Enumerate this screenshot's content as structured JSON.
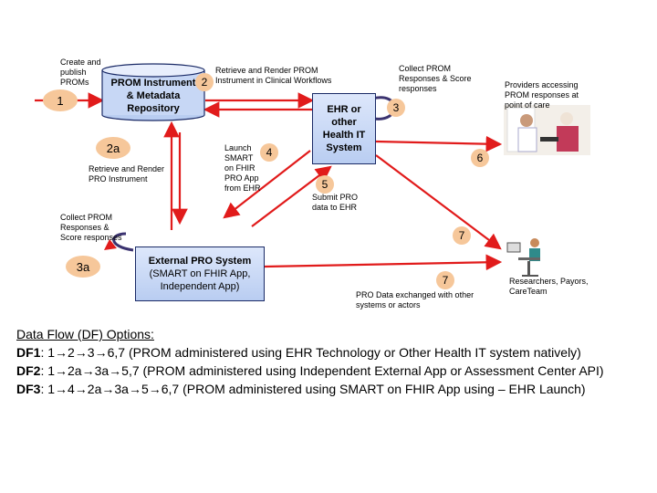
{
  "labels": {
    "create_publish": "Create and publish PROMs",
    "repository": [
      "PROM Instrument",
      "& Metadata",
      "Repository"
    ],
    "retrieve_render_clinical": "Retrieve and Render PROM Instrument in Clinical Workflows",
    "ehr_box": [
      "EHR or",
      "other",
      "Health IT",
      "System"
    ],
    "collect_prom_ehr": "Collect PROM Responses & Score responses",
    "providers": "Providers accessing PROM responses at point of care",
    "retrieve_render_pro": "Retrieve and Render PRO Instrument",
    "launch_smart": "Launch SMART on FHIR PRO App from EHR",
    "submit_pro": "Submit PRO data to EHR",
    "collect_prom_ext": "Collect PROM Responses & Score responses",
    "external_title": "External PRO System",
    "external_sub": "(SMART on FHIR App, Independent App)",
    "researchers": "Researchers, Payors, CareTeam",
    "pro_exchanged": "PRO Data exchanged with other systems or actors"
  },
  "badges": {
    "b1": "1",
    "b2": "2",
    "b3": "3",
    "b4": "4",
    "b5": "5",
    "b6": "6",
    "b7a": "7",
    "b7b": "7",
    "b2a": "2a",
    "b3a": "3a"
  },
  "legend": {
    "title": "Data Flow (DF) Options:",
    "rows": [
      {
        "key": "DF1",
        "text": ": 1→2→3→6,7 (PROM administered using EHR Technology or Other Health IT system natively)"
      },
      {
        "key": "DF2",
        "text": ": 1→2a→3a→5,7 (PROM administered using Independent External App or Assessment Center API)"
      },
      {
        "key": "DF3",
        "text": ": 1→4→2a→3a→5→6,7 (PROM administered using SMART on FHIR App using – EHR Launch)"
      }
    ]
  },
  "colors": {
    "arrow": "#e11b1b",
    "box_border": "#1a2a66",
    "badge": "#f6c79a"
  }
}
